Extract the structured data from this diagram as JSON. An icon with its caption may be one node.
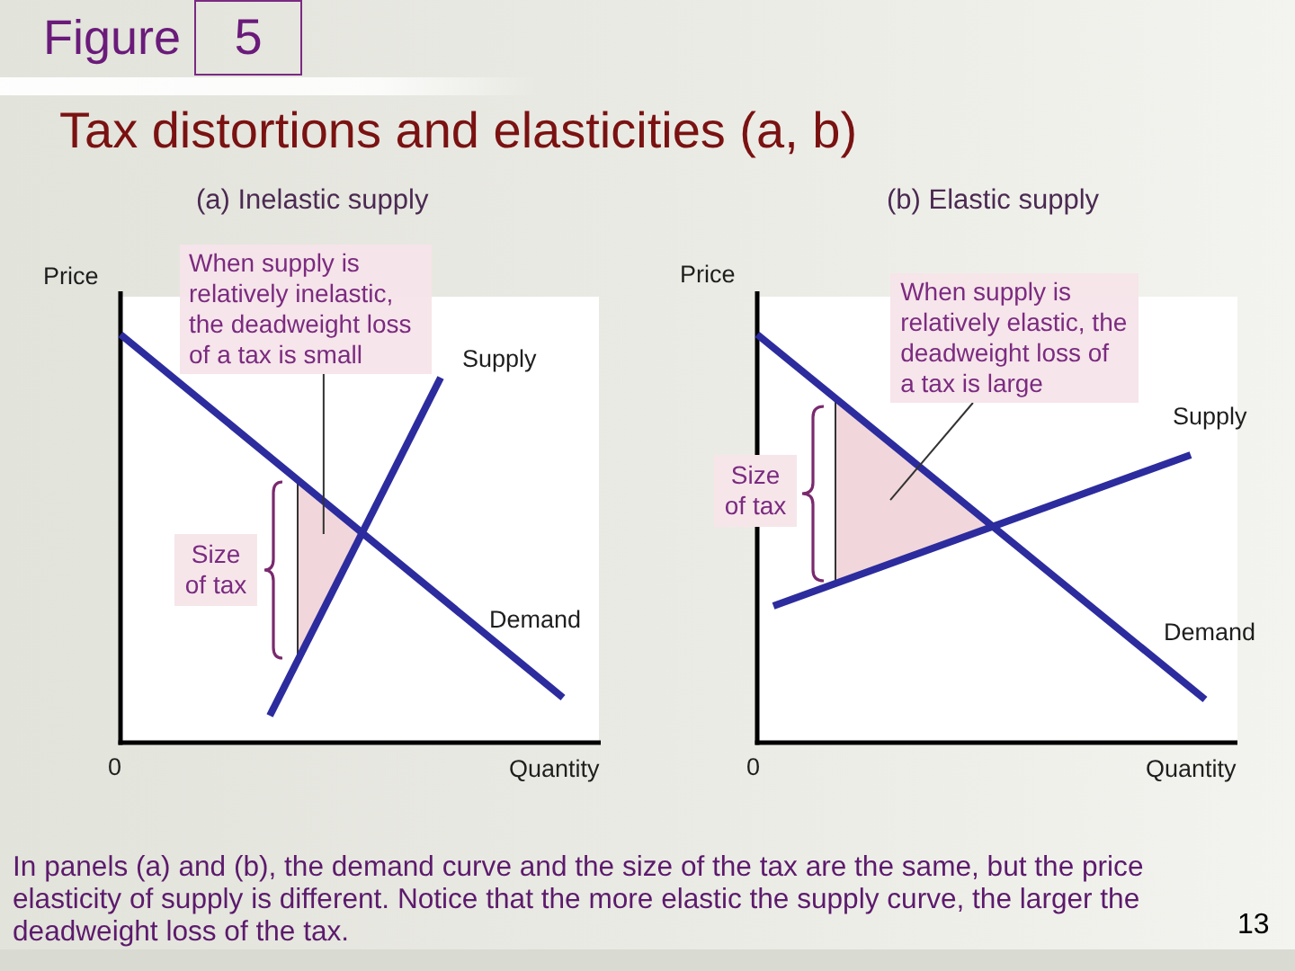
{
  "diagram": {
    "title": "Tax distortions and elasticities (a, b)",
    "caption": "In panels (a) and (b), the demand curve and the size of the tax are the same, but the price elasticity of supply is different. Notice that the more elastic the supply curve, the larger the deadweight loss of the tax.",
    "nodes": [
      {
        "text": [
          "5"
        ],
        "beside": [
          "Figure"
        ]
      },
      {
        "text": [
          "When supply is relatively inelastic, the deadweight loss of a tax is small"
        ]
      },
      {
        "text": [],
        "shape": "triangle"
      },
      {
        "text": [
          "Size of tax"
        ]
      },
      {
        "text": [
          "When supply is relatively elastic, the deadweight loss of a tax is large"
        ]
      },
      {
        "text": [],
        "shape": "triangle"
      },
      {
        "text": [
          "Size of tax"
        ]
      }
    ],
    "edges": [
      {
        "from": 1,
        "to": 2,
        "arrow": "none"
      },
      {
        "from": 4,
        "to": 5,
        "arrow": "none"
      }
    ],
    "labels": [
      "(a) Inelastic supply",
      "(b) Elastic supply",
      "Price",
      "Price",
      "Supply",
      "Supply",
      "Demand",
      "Demand",
      "0",
      "Quantity",
      "0",
      "Quantity",
      "13"
    ]
  }
}
